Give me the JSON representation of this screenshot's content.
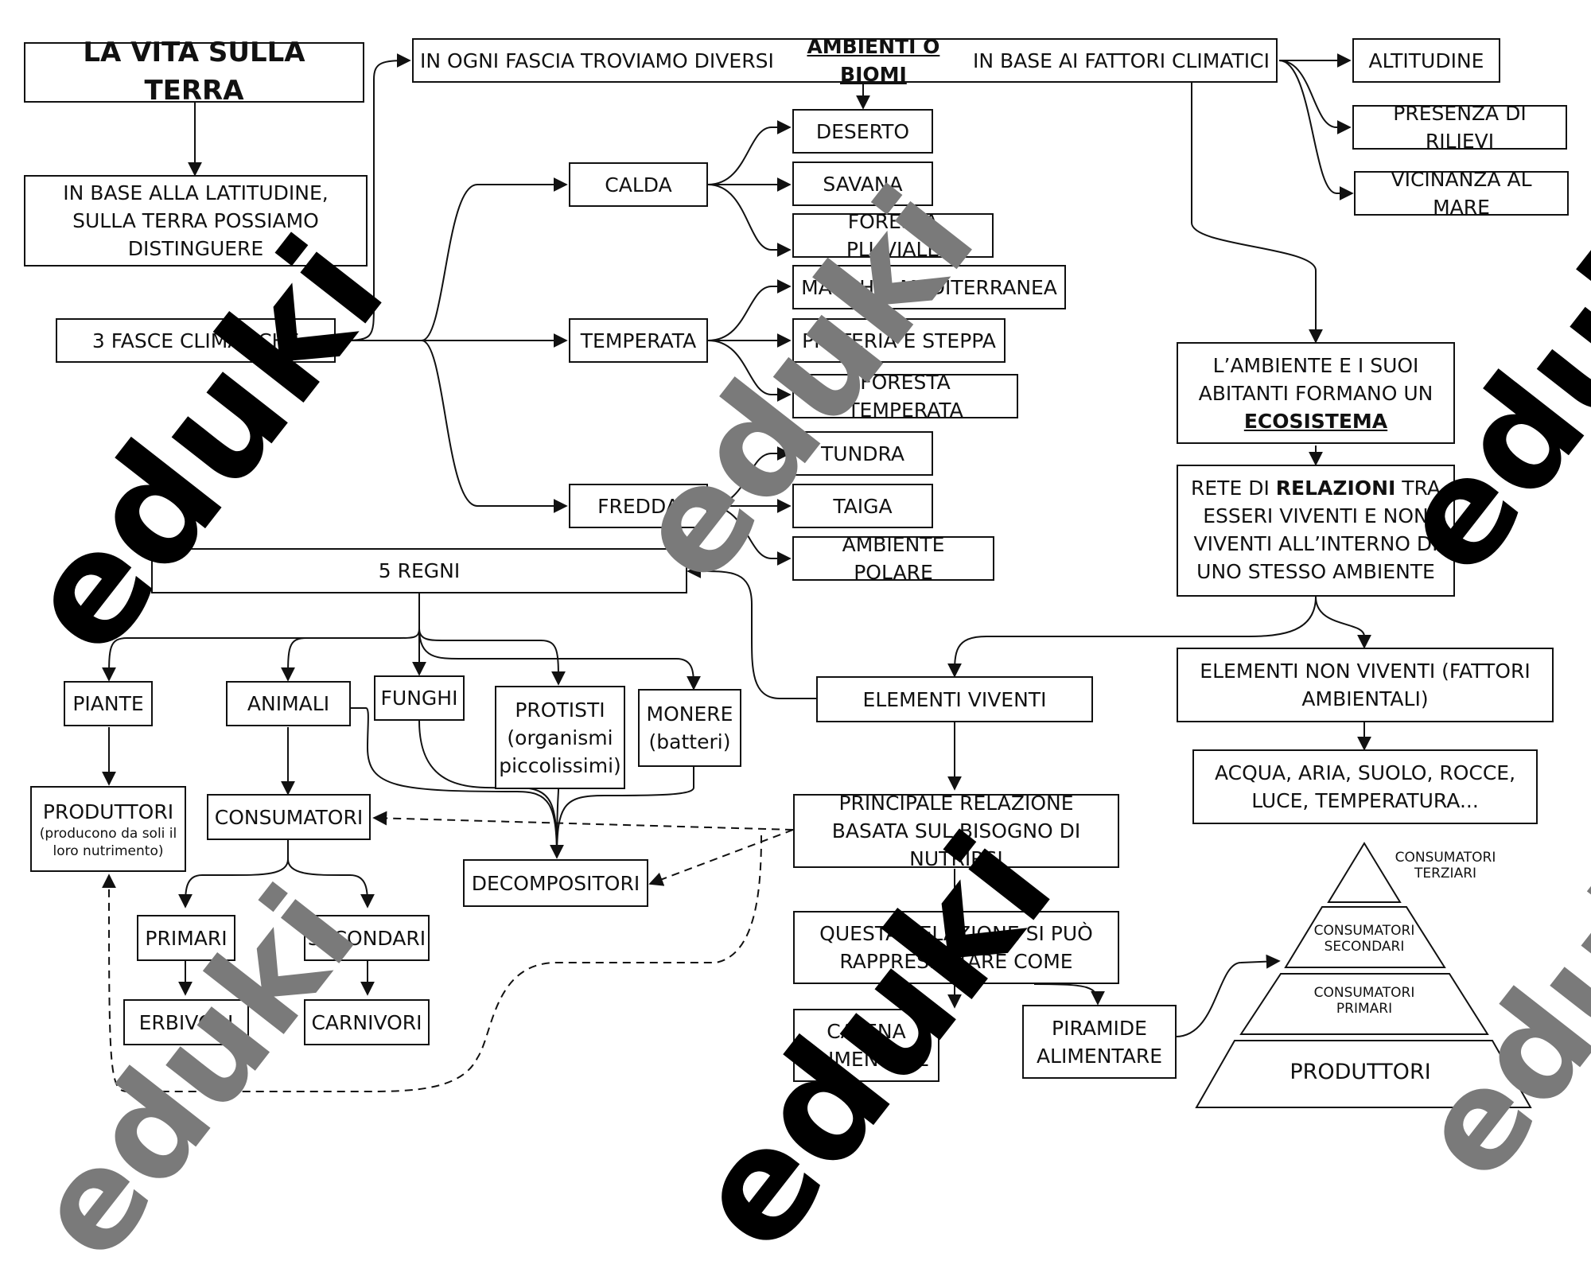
{
  "title": "LA VITA SULLA TERRA",
  "latitude_box": "IN BASE ALLA LATITUDINE, SULLA TERRA POSSIAMO DISTINGUERE",
  "fasce_box": "3 FASCE CLIMATICHE",
  "biomi_box": {
    "before": "IN OGNI FASCIA TROVIAMO DIVERSI ",
    "bold": "AMBIENTI O BIOMI",
    "after": " IN BASE AI FATTORI CLIMATICI"
  },
  "factors": [
    "ALTITUDINE",
    "PRESENZA DI RILIEVI",
    "VICINANZA AL MARE"
  ],
  "zones": {
    "calda": "CALDA",
    "temperata": "TEMPERATA",
    "fredda": "FREDDA"
  },
  "biomes": {
    "calda": [
      "DESERTO",
      "SAVANA",
      "FORESTA PLUVIALE"
    ],
    "temperata": [
      "MACCHIA MEDITERRANEA",
      "PRATERIA E STEPPA",
      "FORESTA TEMPERATA"
    ],
    "fredda": [
      "TUNDRA",
      "TAIGA",
      "AMBIENTE POLARE"
    ]
  },
  "ecosystem_box": {
    "text": "L’AMBIENTE E I SUOI ABITANTI FORMANO UN",
    "bold": "ECOSISTEMA"
  },
  "rete_box": {
    "before": "RETE DI ",
    "bold": "RELAZIONI",
    "after": " TRA ESSERI VIVENTI E NON VIVENTI ALL’INTERNO DI UNO STESSO AMBIENTE"
  },
  "regni_box": "5 REGNI",
  "kingdoms": {
    "piante": "PIANTE",
    "animali": "ANIMALI",
    "funghi": "FUNGHI",
    "protisti": "PROTISTI (organismi piccolissimi)",
    "monere": "MONERE (batteri)"
  },
  "elementi_viventi": "ELEMENTI VIVENTI",
  "elementi_non_viventi": "ELEMENTI NON VIVENTI (FATTORI AMBIENTALI)",
  "fattori_list": "ACQUA, ARIA, SUOLO, ROCCE, LUCE, TEMPERATURA...",
  "produttori": {
    "label": "PRODUTTORI",
    "note": "(producono da soli il loro nutrimento)"
  },
  "consumatori": "CONSUMATORI",
  "decompositori": "DECOMPOSITORI",
  "primari": "PRIMARI",
  "secondari": "SECONDARI",
  "erbivori": "ERBIVORI",
  "carnivori": "CARNIVORI",
  "relazione_box": "PRINCIPALE RELAZIONE BASATA SUL BISOGNO DI NUTRIRSI",
  "rappresentare_box": "QUESTA RELAZIONE SI PUÒ RAPPRESENTARE COME",
  "catena": "CATENA ALIMENTARE",
  "piramide": "PIRAMIDE ALIMENTARE",
  "pyramid_levels": [
    "CONSUMATORI TERZIARI",
    "CONSUMATORI SECONDARI",
    "CONSUMATORI PRIMARI",
    "PRODUTTORI"
  ],
  "watermark": "eduki"
}
